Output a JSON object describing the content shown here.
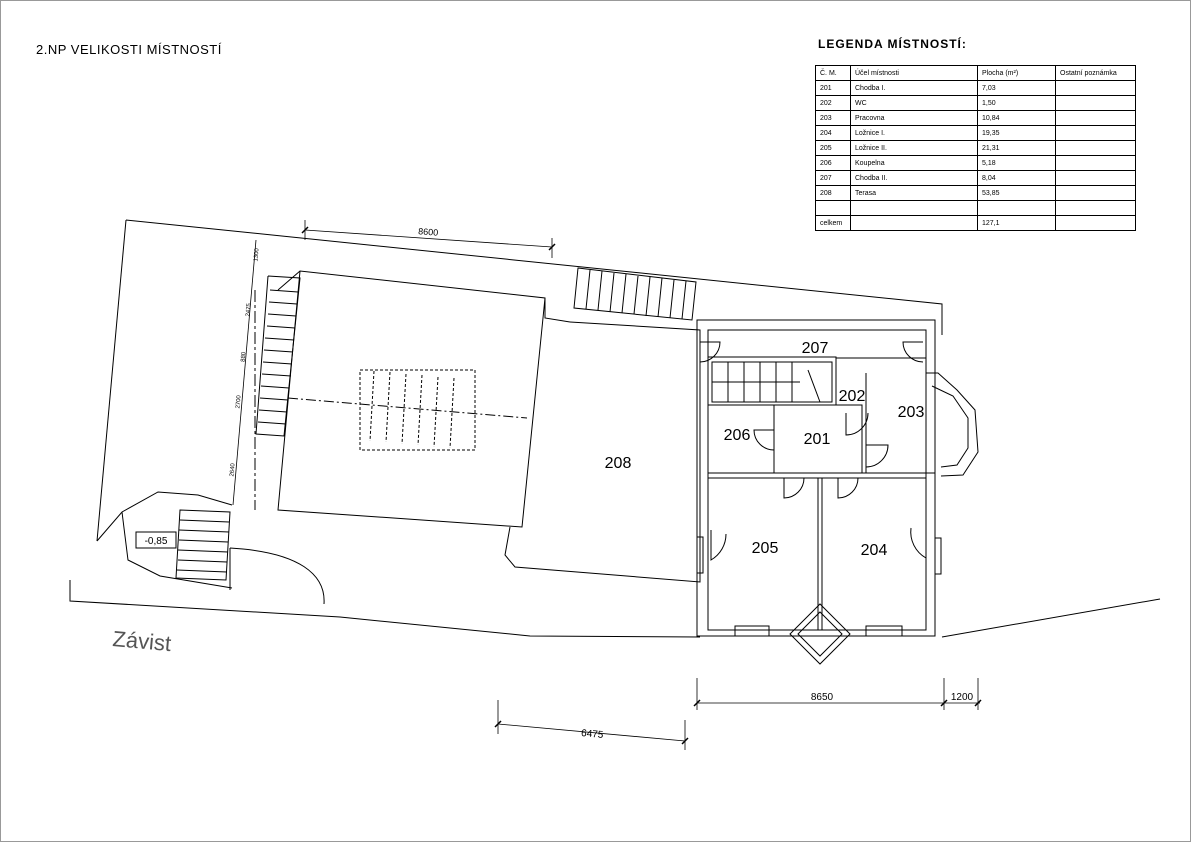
{
  "title": "2.NP VELIKOSTI MÍSTNOSTÍ",
  "legend": {
    "title": "LEGENDA MÍSTNOSTÍ:",
    "headers": [
      "Č. M.",
      "Účel místnosti",
      "Plocha (m²)",
      "Ostatní poznámka"
    ],
    "rows": [
      {
        "no": "201",
        "purpose": "Chodba I.",
        "area": "7,03",
        "note": ""
      },
      {
        "no": "202",
        "purpose": "WC",
        "area": "1,50",
        "note": ""
      },
      {
        "no": "203",
        "purpose": "Pracovna",
        "area": "10,84",
        "note": ""
      },
      {
        "no": "204",
        "purpose": "Ložnice I.",
        "area": "19,35",
        "note": ""
      },
      {
        "no": "205",
        "purpose": "Ložnice II.",
        "area": "21,31",
        "note": ""
      },
      {
        "no": "206",
        "purpose": "Koupelna",
        "area": "5,18",
        "note": ""
      },
      {
        "no": "207",
        "purpose": "Chodba II.",
        "area": "8,04",
        "note": ""
      },
      {
        "no": "208",
        "purpose": "Terasa",
        "area": "53,85",
        "note": ""
      },
      {
        "no": "",
        "purpose": "",
        "area": "",
        "note": ""
      },
      {
        "no": "celkem",
        "purpose": "",
        "area": "127,1",
        "note": ""
      }
    ]
  },
  "rooms": {
    "r201": "201",
    "r202": "202",
    "r203": "203",
    "r204": "204",
    "r205": "205",
    "r206": "206",
    "r207": "207",
    "r208": "208"
  },
  "level_mark": "-0,85",
  "street": "Závist",
  "dimensions": {
    "top": "8600",
    "bottom_main": "8650",
    "bottom_side": "1200",
    "bottom_left": "6475",
    "v1": "1300",
    "v2": "2475",
    "v3": "880",
    "v4": "2700",
    "v5": "2640"
  }
}
